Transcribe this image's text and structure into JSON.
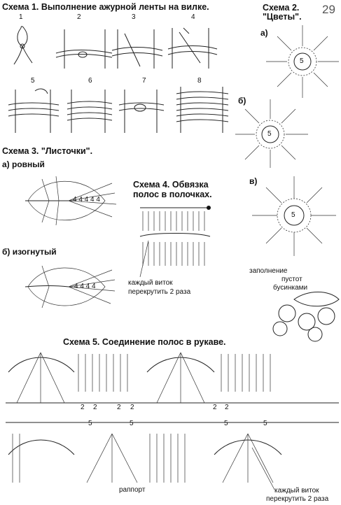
{
  "page_number": "29",
  "scheme1": {
    "title": "Схема 1. Выполнение ажурной ленты на вилке.",
    "steps": [
      "1",
      "2",
      "3",
      "4",
      "5",
      "6",
      "7",
      "8"
    ]
  },
  "scheme2": {
    "title_line1": "Схема 2.",
    "title_line2": "\"Цветы\".",
    "flowers": [
      {
        "letter": "а)",
        "center": "5"
      },
      {
        "letter": "б)",
        "center": "5"
      },
      {
        "letter": "в)",
        "center": "5"
      }
    ],
    "note_lines": [
      "заполнение",
      "пустот",
      "бусинками"
    ]
  },
  "scheme3": {
    "title": "Схема 3. \"Листочки\".",
    "variant_a": "а) ровный",
    "variant_b": "б) изогнутый",
    "count_a": "4 4 4 4 4",
    "count_b": "4 4 4 4"
  },
  "scheme4": {
    "title_line1": "Схема 4. Обвязка",
    "title_line2": "полос в полочках.",
    "note_line1": "каждый виток",
    "note_line2": "перекрутить 2 раза"
  },
  "scheme5": {
    "title": "Схема 5. Соединение полос в рукаве.",
    "rapport": "раппорт",
    "note_line1": "каждый виток",
    "note_line2": "перекрутить 2 раза",
    "marks": [
      "2",
      "2",
      "2",
      "2",
      "2",
      "2",
      "5",
      "5",
      "5",
      "5"
    ]
  }
}
